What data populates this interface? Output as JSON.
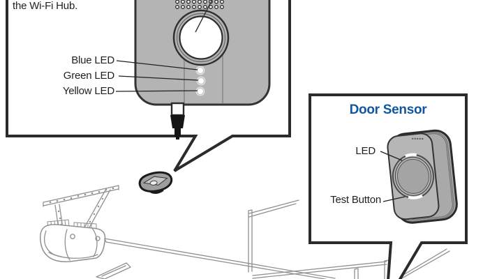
{
  "callout_wifi_hub": {
    "partial_text": "the Wi-Fi Hub.",
    "labels": {
      "blue_led": "Blue LED",
      "green_led": "Green LED",
      "yellow_led": "Yellow LED"
    }
  },
  "callout_door_sensor": {
    "title": "Door Sensor",
    "labels": {
      "led": "LED",
      "test_button": "Test Button"
    }
  },
  "icons": {
    "wifi_hub_device": "wi-fi-hub-device-illustration",
    "speaker_grille": "speaker-grille-dots",
    "round_button": "large-round-button",
    "led_indicators": "three-status-leds",
    "power_plug": "power-cord-plug",
    "ceiling_hub": "ceiling-mounted-hub",
    "door_sensor_device": "door-sensor-device-illustration",
    "garage_opener": "garage-door-opener-line-art"
  },
  "colors": {
    "accent_blue": "#1256a3",
    "text_black": "#231f20",
    "device_gray": "#b4b4b4",
    "outline_black": "#2b2b2b",
    "lineart_gray": "#909090"
  }
}
